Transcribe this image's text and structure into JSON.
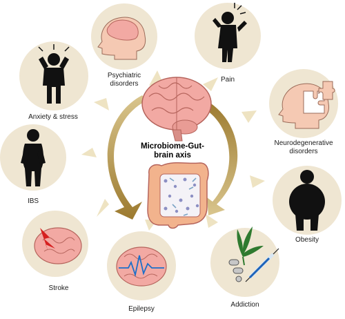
{
  "center_title": "Microbiome-Gut-brain\naxis",
  "labels": {
    "psychiatric": "Psychiatric\ndisorders",
    "pain": "Pain",
    "anxiety": "Anxiety & stress",
    "neurodegenerative": "Neurodegenerative\ndisorders",
    "ibs": "IBS",
    "obesity": "Obesity",
    "stroke": "Stroke",
    "epilepsy": "Epilepsy",
    "addiction": "Addiction"
  },
  "colors": {
    "circle": "#efe6d2",
    "arrow": "#eee3c2",
    "swirl": "#b89a4e",
    "figure": "#111111",
    "brain": "#f2a9a3",
    "head": "#f5c9b3"
  }
}
